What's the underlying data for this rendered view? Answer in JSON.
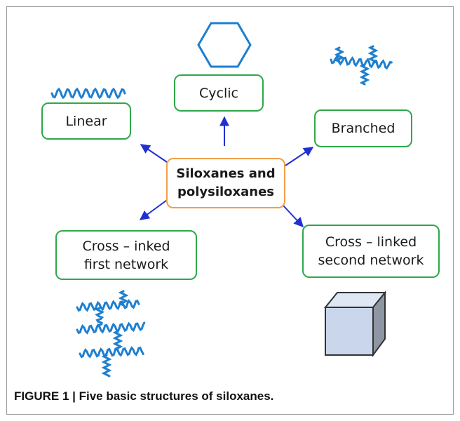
{
  "colors": {
    "node_border": "#2ea84a",
    "center_border": "#f0a04b",
    "arrow": "#2030d0",
    "molecule": "#1e7fd0",
    "cube_face": "#c9d6ec",
    "cube_edge": "#333333"
  },
  "center": {
    "line1": "Siloxanes and",
    "line2": "polysiloxanes"
  },
  "nodes": {
    "linear": "Linear",
    "cyclic": "Cyclic",
    "branched": "Branched",
    "first_network": {
      "line1": "Cross – inked",
      "line2": "first network"
    },
    "second_network": {
      "line1": "Cross – linked",
      "line2": "second network"
    }
  },
  "icons": {
    "linear": "linear-chain-icon",
    "cyclic": "hexagon-ring-icon",
    "branched": "branched-chain-icon",
    "first_network": "network-mesh-icon",
    "second_network": "cube-icon"
  },
  "caption": "FIGURE 1 | Five basic structures of siloxanes."
}
